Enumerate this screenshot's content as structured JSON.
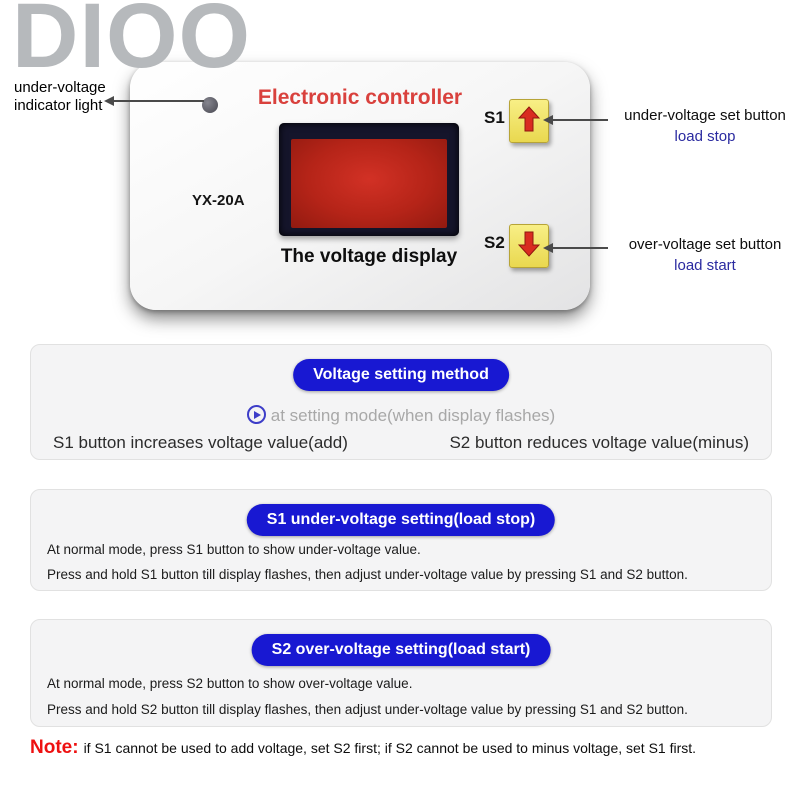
{
  "watermark": "DIOO",
  "device": {
    "title": "Electronic controller",
    "model": "YX-20A",
    "display_caption": "The voltage display",
    "s1": "S1",
    "s2": "S2"
  },
  "callouts": {
    "indicator_line1": "under-voltage",
    "indicator_line2": "indicator light",
    "s1_label": "under-voltage set button",
    "s1_sub": "load stop",
    "s2_label": "over-voltage set button",
    "s2_sub": "load start"
  },
  "section1": {
    "pill": "Voltage setting method",
    "mode_text": "at setting mode(when display flashes)",
    "s1_text": "S1 button increases voltage value(add)",
    "s2_text": "S2 button reduces voltage value(minus)"
  },
  "section2": {
    "pill": "S1 under-voltage setting(load stop)",
    "line1": "At normal mode, press S1 button to show under-voltage value.",
    "line2": "Press and hold S1 button till display flashes, then adjust under-voltage value by pressing S1 and S2 button."
  },
  "section3": {
    "pill": "S2 over-voltage setting(load start)",
    "line1": "At normal mode, press S2 button to show over-voltage value.",
    "line2": "Press and hold S2 button till display flashes, then adjust under-voltage value by pressing S1 and S2 button."
  },
  "note": {
    "label": "Note:",
    "text": "if S1 cannot be used to add voltage, set S2 first;  if S2 cannot be used to minus voltage, set S1 first."
  },
  "colors": {
    "accent_blue": "#1818d2",
    "device_title_red": "#d9413d",
    "note_red": "#ee1111",
    "sub_blue": "#2a2aa0",
    "button_yellow": "#f2e468",
    "screen_red": "#b52418"
  }
}
